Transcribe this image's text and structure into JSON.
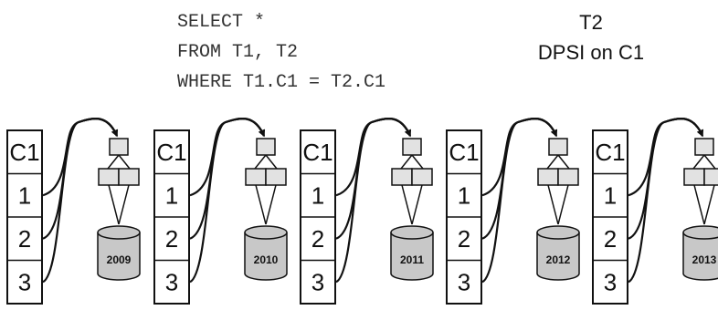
{
  "query": {
    "lines": [
      "SELECT *",
      "FROM T1, T2",
      "WHERE T1.C1 = T2.C1"
    ]
  },
  "index_label": {
    "table": "T2",
    "description": "DPSI on C1"
  },
  "t1_table": {
    "header": "C1",
    "rows": [
      "1",
      "2",
      "3"
    ]
  },
  "partitions": [
    "2009",
    "2010",
    "2011",
    "2012",
    "2013"
  ],
  "colors": {
    "node_fill": "#e2e2e2",
    "cylinder_fill": "#c8c8c8",
    "stroke": "#111111"
  },
  "icons": {
    "index_tree": "b-tree-index-icon",
    "partition": "database-cylinder-icon"
  }
}
